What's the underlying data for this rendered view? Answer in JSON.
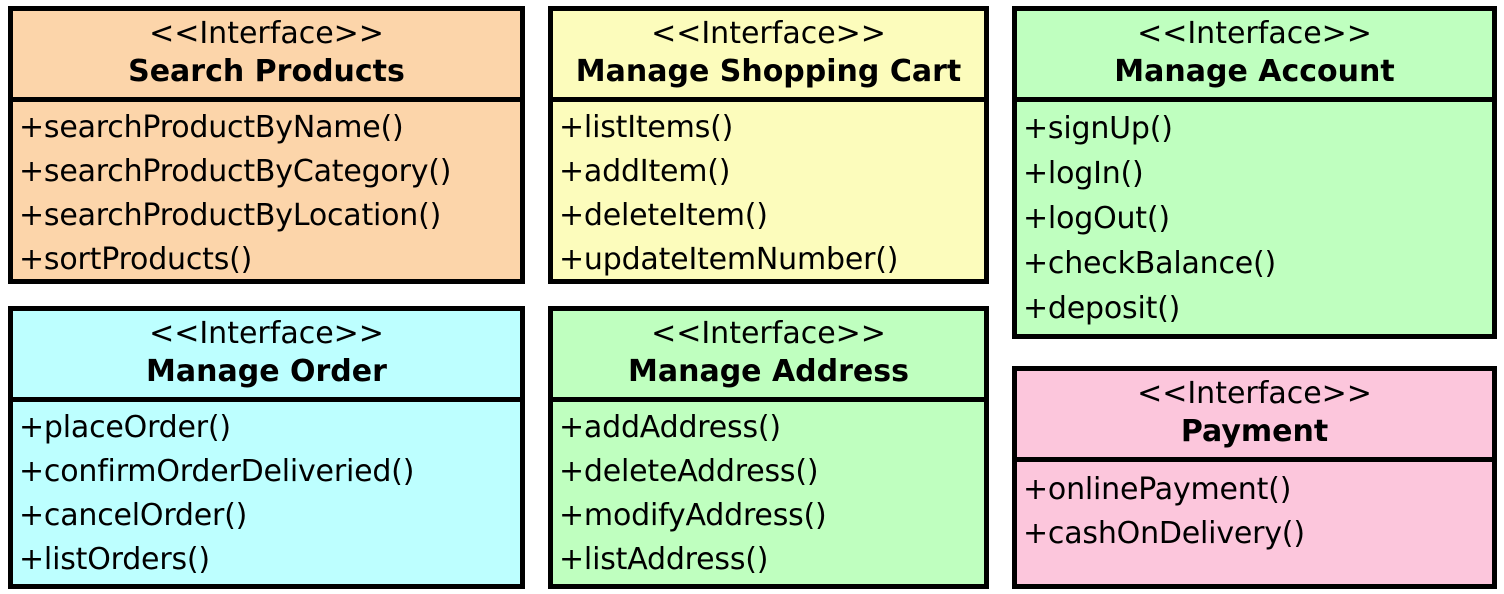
{
  "diagram": {
    "kind": "uml-interface-diagram",
    "stereotype_label": "<<Interface>>",
    "background_color": "#FFFFFF",
    "border_color": "#000000"
  },
  "classes": [
    {
      "id": "search-products",
      "stereotype": "<<Interface>>",
      "name": "Search Products",
      "fill_color": "#FCD5AA",
      "operations": [
        "+searchProductByName()",
        "+searchProductByCategory()",
        "+searchProductByLocation()",
        "+sortProducts()"
      ]
    },
    {
      "id": "manage-shopping-cart",
      "stereotype": "<<Interface>>",
      "name": "Manage Shopping Cart",
      "fill_color": "#FCFCBC",
      "operations": [
        "+listItems()",
        "+addItem()",
        "+deleteItem()",
        "+updateItemNumber()"
      ]
    },
    {
      "id": "manage-account",
      "stereotype": "<<Interface>>",
      "name": "Manage Account",
      "fill_color": "#BFFFBF",
      "operations": [
        "+signUp()",
        "+logIn()",
        "+logOut()",
        "+checkBalance()",
        "+deposit()"
      ]
    },
    {
      "id": "manage-order",
      "stereotype": "<<Interface>>",
      "name": "Manage Order",
      "fill_color": "#BDFFFF",
      "operations": [
        "+placeOrder()",
        "+confirmOrderDeliveried()",
        "+cancelOrder()",
        "+listOrders()"
      ]
    },
    {
      "id": "manage-address",
      "stereotype": "<<Interface>>",
      "name": "Manage Address",
      "fill_color": "#BFFFBF",
      "operations": [
        "+addAddress()",
        "+deleteAddress()",
        "+modifyAddress()",
        "+listAddress()"
      ]
    },
    {
      "id": "payment",
      "stereotype": "<<Interface>>",
      "name": "Payment",
      "fill_color": "#FCC6DC",
      "operations": [
        "+onlinePayment()",
        "+cashOnDelivery()"
      ]
    }
  ]
}
